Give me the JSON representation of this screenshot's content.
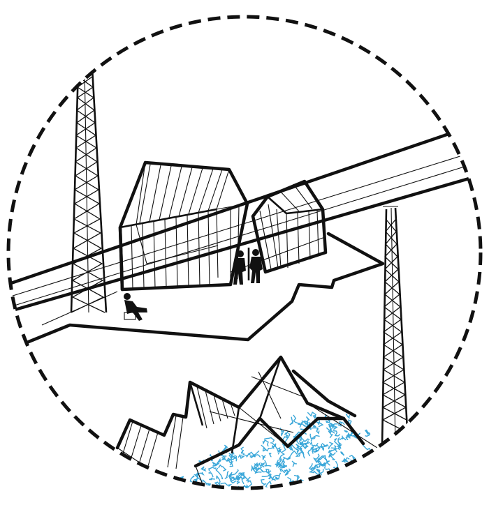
{
  "scene": {
    "style": "black line-art axonometric sketch inside a dashed circular frame",
    "frame": "dashed-circle",
    "elements": [
      "two-glass-houses",
      "platform",
      "bridge-band",
      "lattice-towers",
      "people",
      "seated-person",
      "folded-glass-structure",
      "blue-foliage"
    ]
  },
  "colors": {
    "background": "#ffffff",
    "ink": "#111111",
    "foliage": "#3aa7d9"
  }
}
